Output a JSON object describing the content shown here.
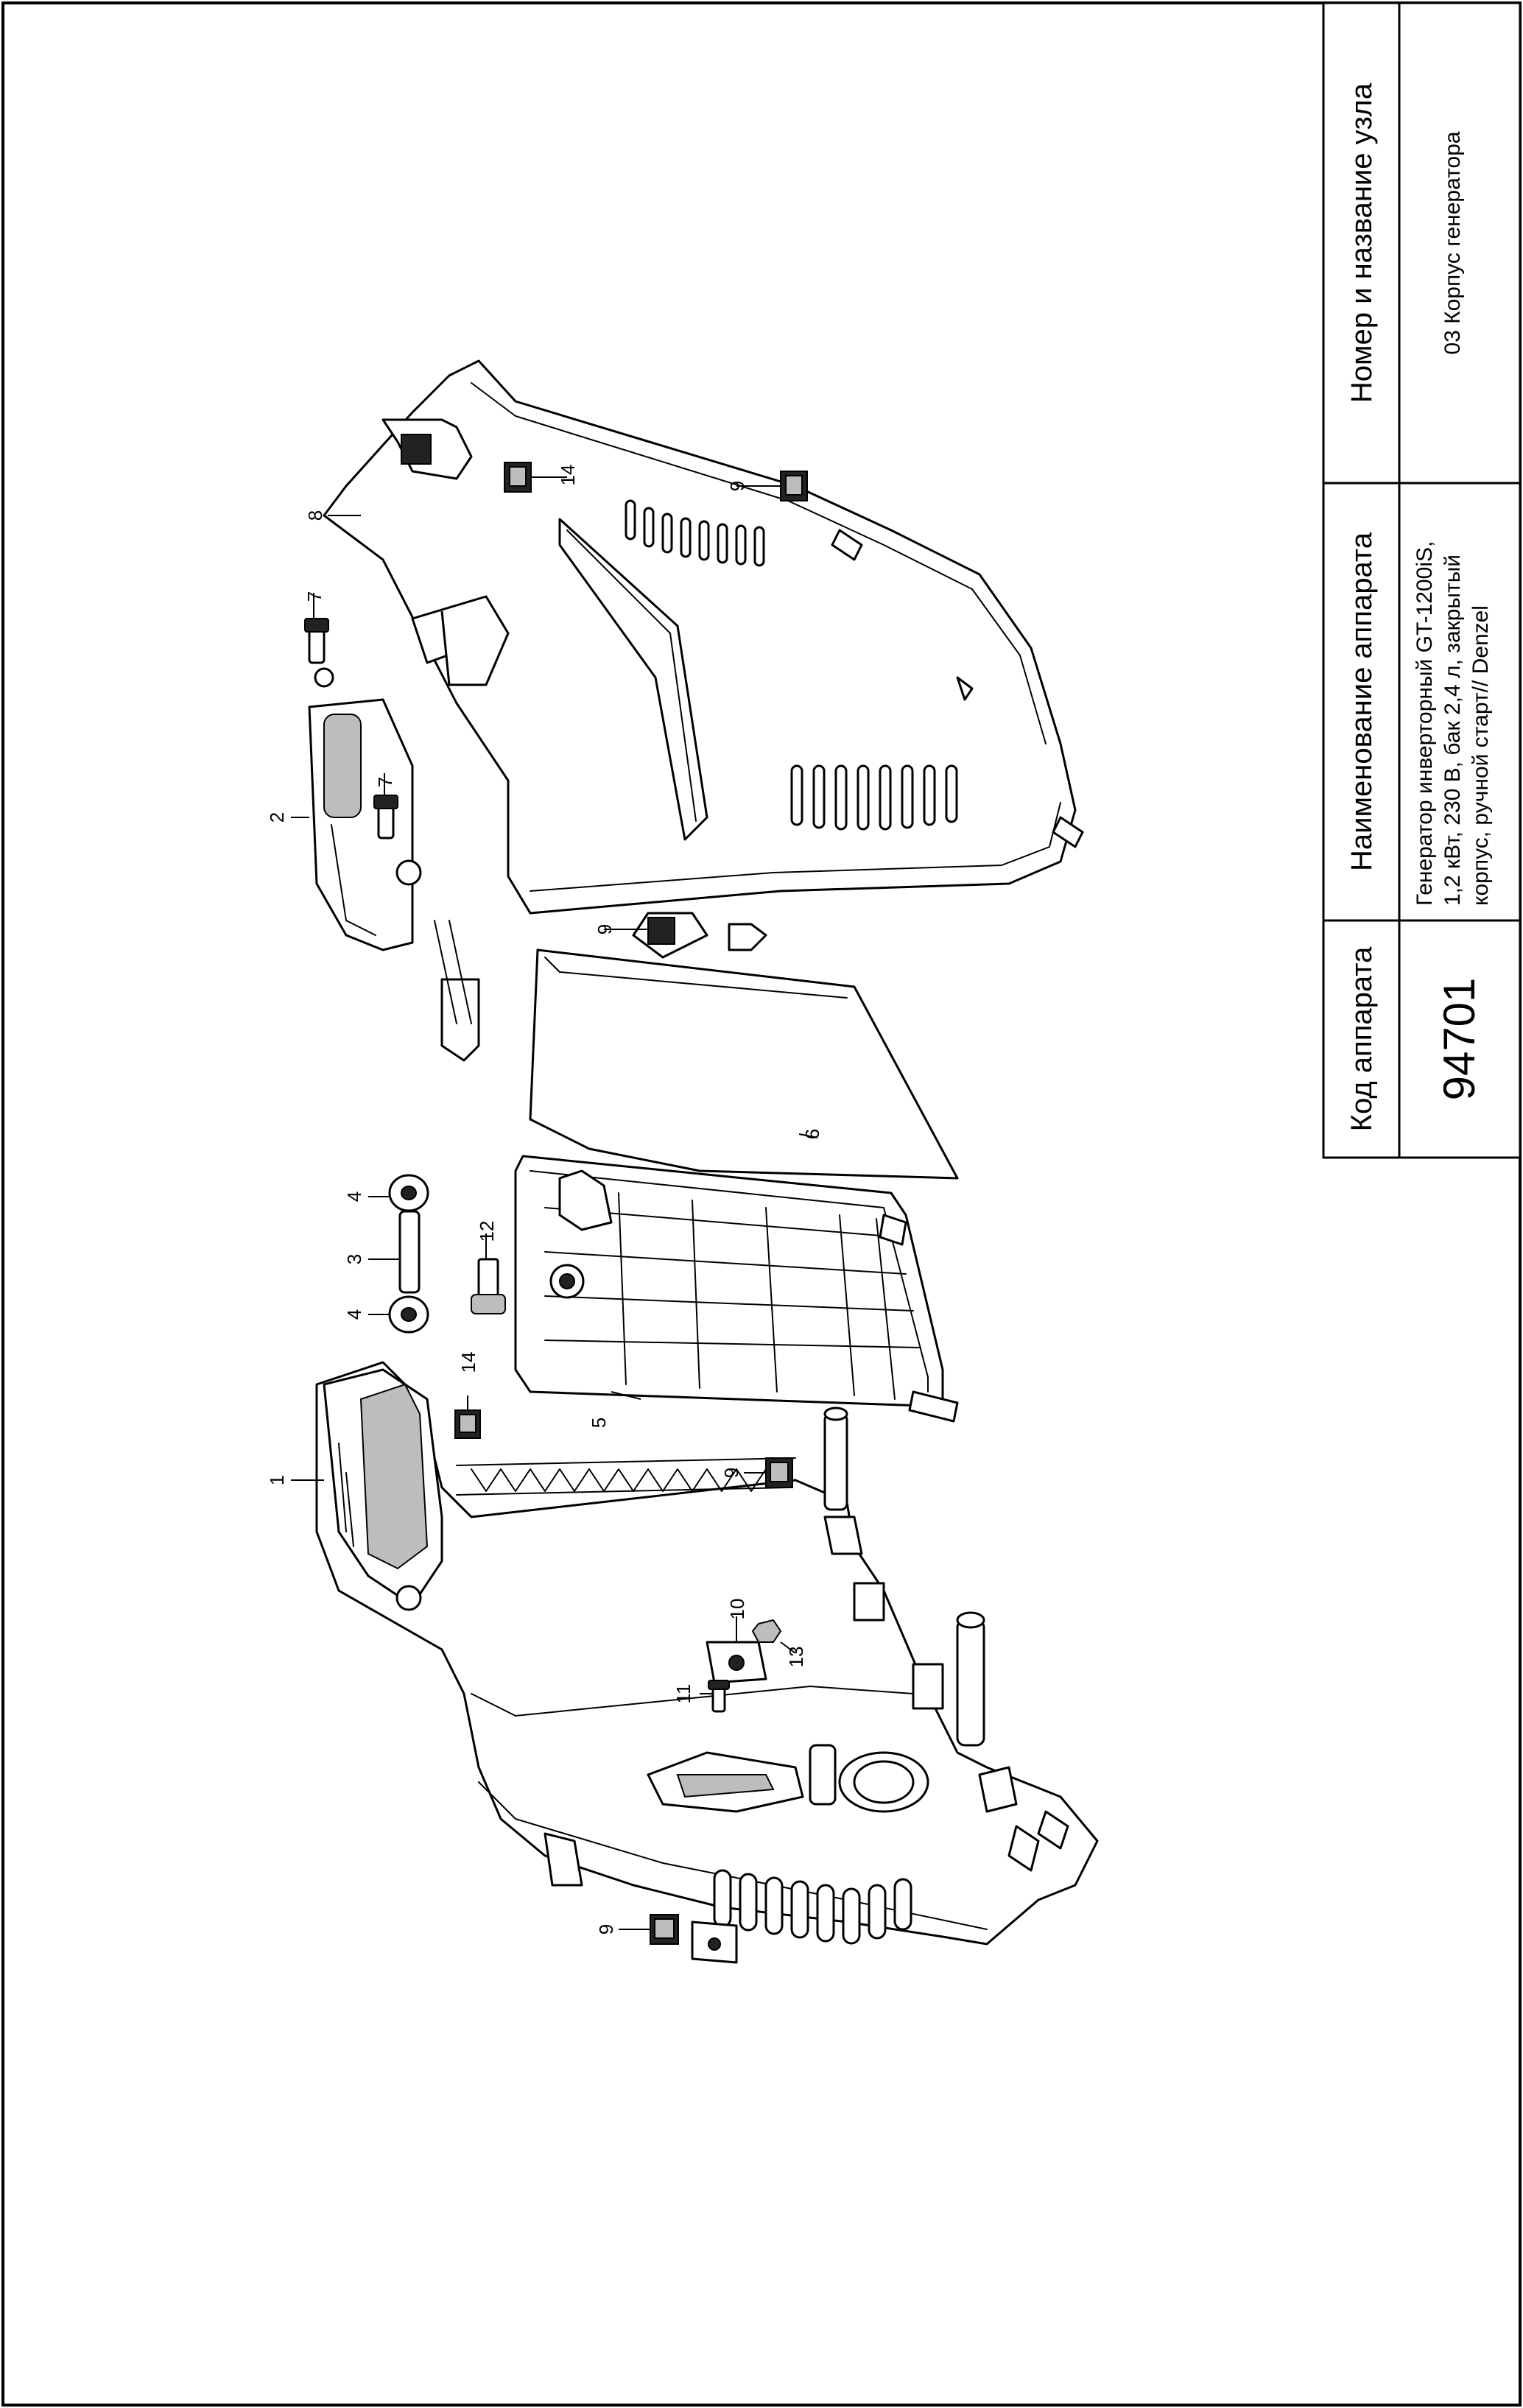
{
  "title_block": {
    "code_header": "Код аппарата",
    "code_value": "94701",
    "name_header": "Наименование аппарата",
    "name_value_lines": [
      "Генератор инверторный GT-1200iS,",
      "1,2 кВт, 230 В, бак 2,4 л, закрытый",
      "корпус, ручной старт// Denzel"
    ],
    "node_header": "Номер и название узла",
    "node_value": "03 Корпус генератора"
  },
  "callouts": {
    "c1": "1",
    "c2": "2",
    "c3": "3",
    "c4a": "4",
    "c4b": "4",
    "c5": "5",
    "c6": "6",
    "c7a": "7",
    "c7b": "7",
    "c8": "8",
    "c9a": "9",
    "c9b": "9",
    "c9c": "9",
    "c9d": "9",
    "c10": "10",
    "c11": "11",
    "c12": "12",
    "c13": "13",
    "c14a": "14",
    "c14b": "14"
  }
}
